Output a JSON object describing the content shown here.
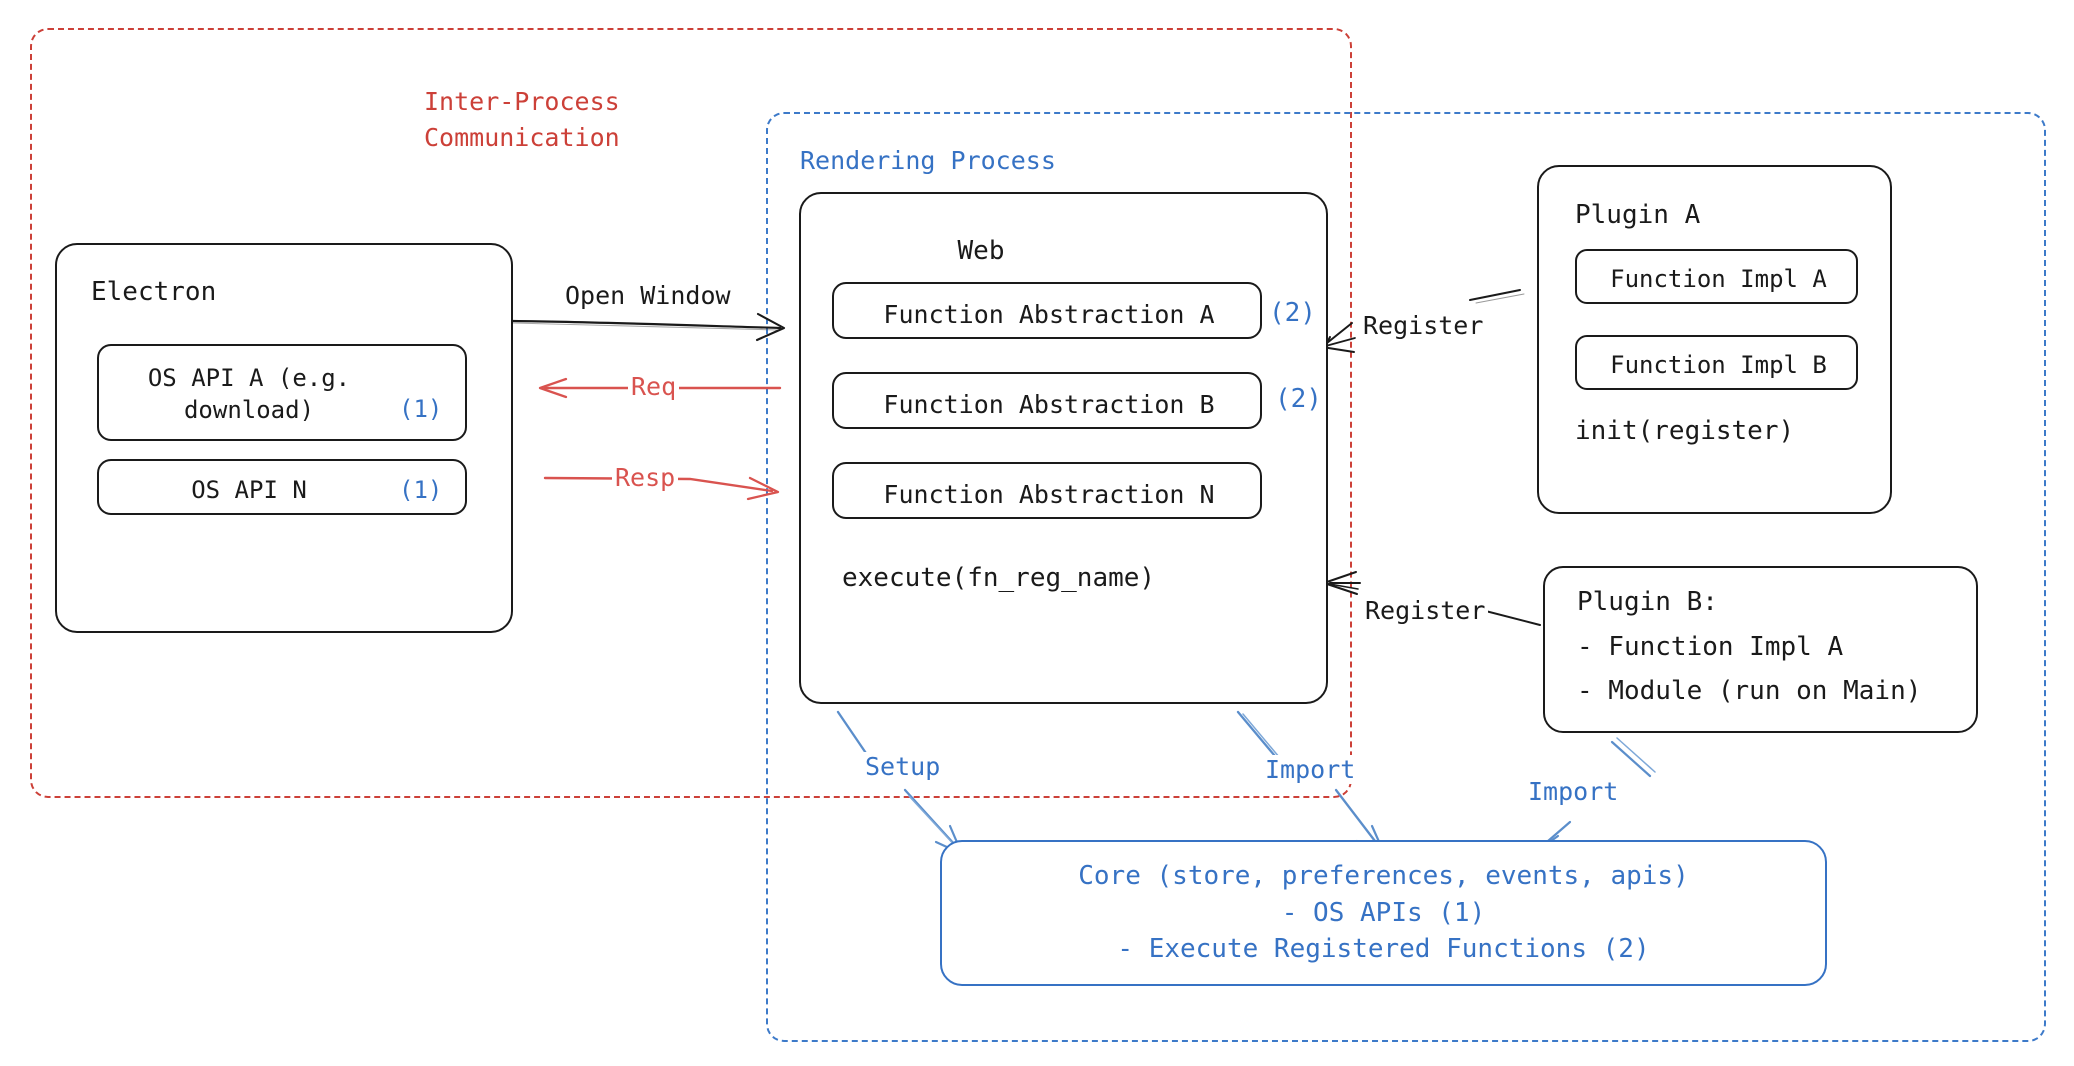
{
  "diagram": {
    "title_hidden": "",
    "colors": {
      "red": "#cc4038",
      "red_arrow": "#d9534f",
      "blue": "#3672c4",
      "blue_dashed": "#3d7ac9",
      "ink": "#1a1a1a",
      "background": "#ffffff"
    }
  },
  "groups": {
    "ipc": {
      "title_line1": "Inter-Process",
      "title_line2": "Communication",
      "style": "dashed",
      "color": "#cc4038"
    },
    "rendering": {
      "title": "Rendering Process",
      "style": "dashed",
      "color": "#3d7ac9"
    }
  },
  "nodes": {
    "electron": {
      "title": "Electron",
      "items": [
        {
          "text": "OS API A (e.g.\ndownload)",
          "badge": "(1)"
        },
        {
          "text": "OS API N",
          "badge": "(1)"
        }
      ]
    },
    "web": {
      "title": "Web",
      "items": [
        {
          "text": "Function Abstraction A",
          "badge": "(2)"
        },
        {
          "text": "Function Abstraction B",
          "badge": "(2)"
        },
        {
          "text": "Function Abstraction N",
          "badge": ""
        }
      ],
      "footer": "execute(fn_reg_name)"
    },
    "plugin_a": {
      "title": "Plugin A",
      "items": [
        {
          "text": "Function Impl A"
        },
        {
          "text": "Function Impl B"
        }
      ],
      "footer": "init(register)"
    },
    "plugin_b": {
      "lines": [
        "Plugin B:",
        "- Function Impl A",
        "- Module (run on Main)"
      ]
    },
    "core": {
      "lines": [
        "Core (store, preferences, events, apis)",
        "- OS APIs (1)",
        "- Execute Registered Functions (2)"
      ]
    }
  },
  "edges": [
    {
      "id": "open-window",
      "label": "Open Window",
      "color": "ink",
      "from": "electron",
      "to": "web"
    },
    {
      "id": "req",
      "label": "Req",
      "color": "red",
      "from": "web",
      "to": "electron"
    },
    {
      "id": "resp",
      "label": "Resp",
      "color": "red",
      "from": "electron",
      "to": "web"
    },
    {
      "id": "register-a",
      "label": "Register",
      "color": "ink",
      "from": "plugin_a",
      "to": "web"
    },
    {
      "id": "register-b",
      "label": "Register",
      "color": "ink",
      "from": "plugin_b",
      "to": "web"
    },
    {
      "id": "setup",
      "label": "Setup",
      "color": "blue",
      "from": "web",
      "to": "core"
    },
    {
      "id": "import-web",
      "label": "Import",
      "color": "blue",
      "from": "web",
      "to": "core"
    },
    {
      "id": "import-plugin-b",
      "label": "Import",
      "color": "blue",
      "from": "plugin_b",
      "to": "core"
    }
  ]
}
